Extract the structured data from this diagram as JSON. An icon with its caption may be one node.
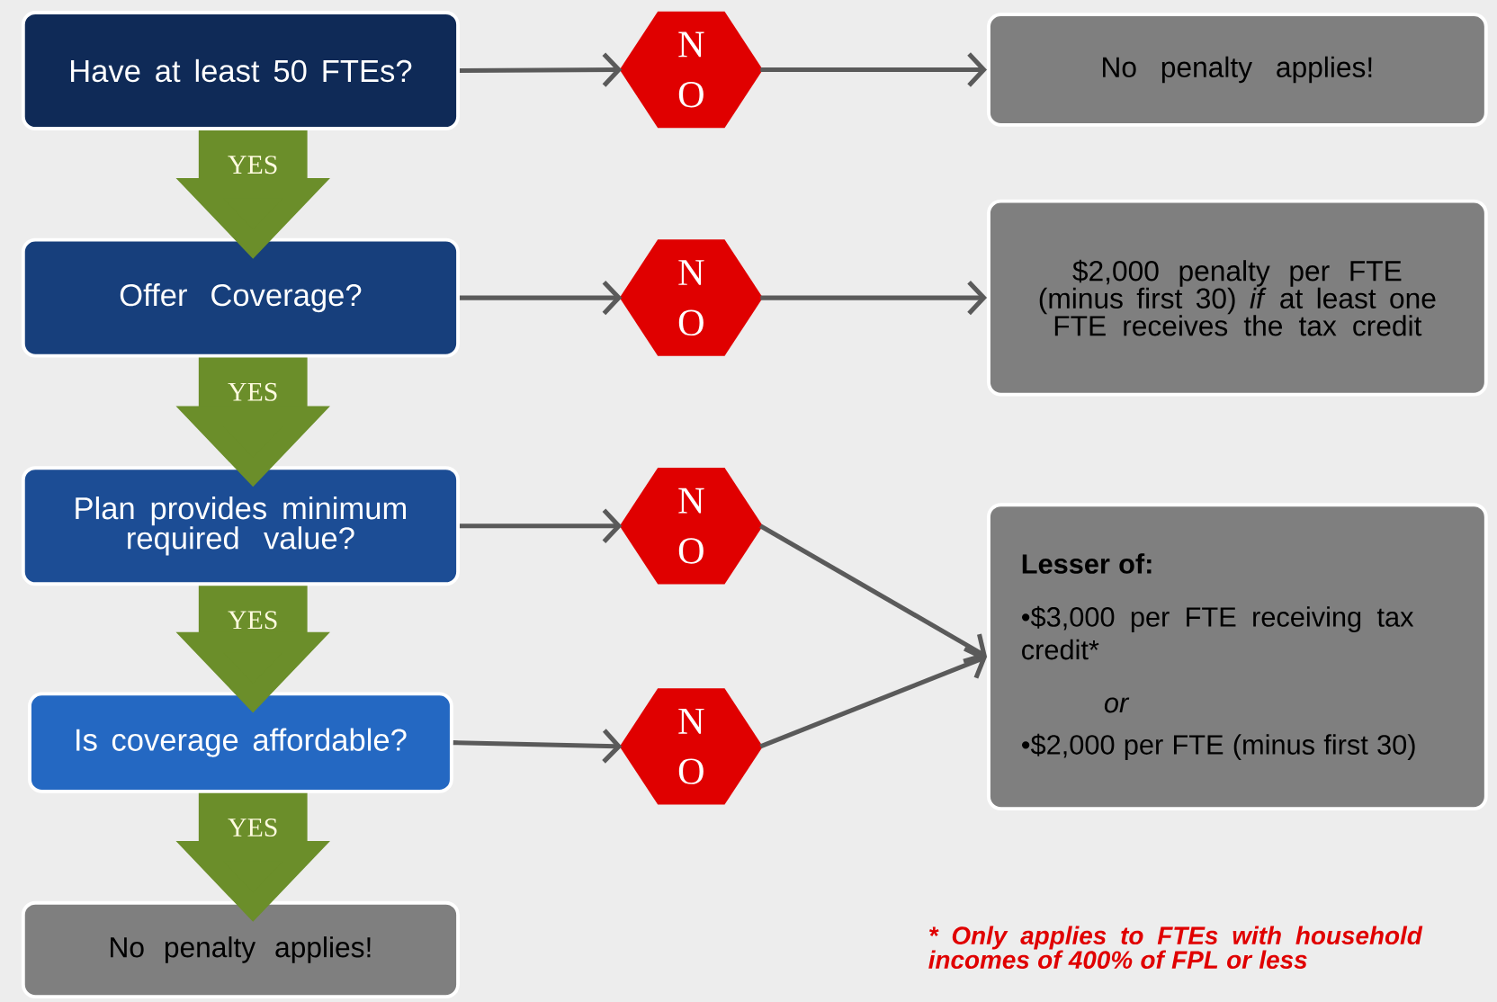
{
  "diagram": {
    "nodes": [
      {
        "text": [
          "Have at least 50 FTEs?"
        ]
      },
      {
        "text": [
          "N O"
        ]
      },
      {
        "text": [
          "No penalty applies!"
        ]
      },
      {
        "text": [
          "Offer Coverage?"
        ]
      },
      {
        "text": [
          "N O"
        ]
      },
      {
        "text": [
          "$2,000 penalty per FTE (minus first 30) *if* at least one FTE receives the tax credit"
        ]
      },
      {
        "text": [
          "Plan provides minimum required value?"
        ]
      },
      {
        "text": [
          "N O"
        ]
      },
      {
        "text": [
          "Lesser of:",
          "•$3,000 per FTE receiving tax credit*",
          "or",
          "•$2,000 per FTE (minus first 30)"
        ]
      },
      {
        "text": [
          "Is coverage affordable?"
        ]
      },
      {
        "text": [
          "N O"
        ]
      },
      {
        "text": [
          "No penalty applies!"
        ]
      }
    ],
    "edges": [
      {
        "from": 0,
        "to": 1,
        "arrow": "to"
      },
      {
        "from": 1,
        "to": 2,
        "arrow": "to"
      },
      {
        "from": 0,
        "to": 3,
        "arrow": "to",
        "label": "YES",
        "style": "thick",
        "color": "#6b8e2a"
      },
      {
        "from": 3,
        "to": 4,
        "arrow": "to"
      },
      {
        "from": 4,
        "to": 5,
        "arrow": "to"
      },
      {
        "from": 3,
        "to": 6,
        "arrow": "to",
        "label": "YES",
        "style": "thick",
        "color": "#6b8e2a"
      },
      {
        "from": 6,
        "to": 7,
        "arrow": "to"
      },
      {
        "from": 7,
        "to": 8,
        "arrow": "to"
      },
      {
        "from": 6,
        "to": 9,
        "arrow": "to",
        "label": "YES",
        "style": "thick",
        "color": "#6b8e2a"
      },
      {
        "from": 9,
        "to": 10,
        "arrow": "to"
      },
      {
        "from": 10,
        "to": 8,
        "arrow": "to"
      },
      {
        "from": 9,
        "to": 11,
        "arrow": "to",
        "label": "YES",
        "style": "thick",
        "color": "#6b8e2a"
      }
    ],
    "labels": [
      "* Only applies to FTEs with household incomes of 400% of FPL or less"
    ]
  }
}
